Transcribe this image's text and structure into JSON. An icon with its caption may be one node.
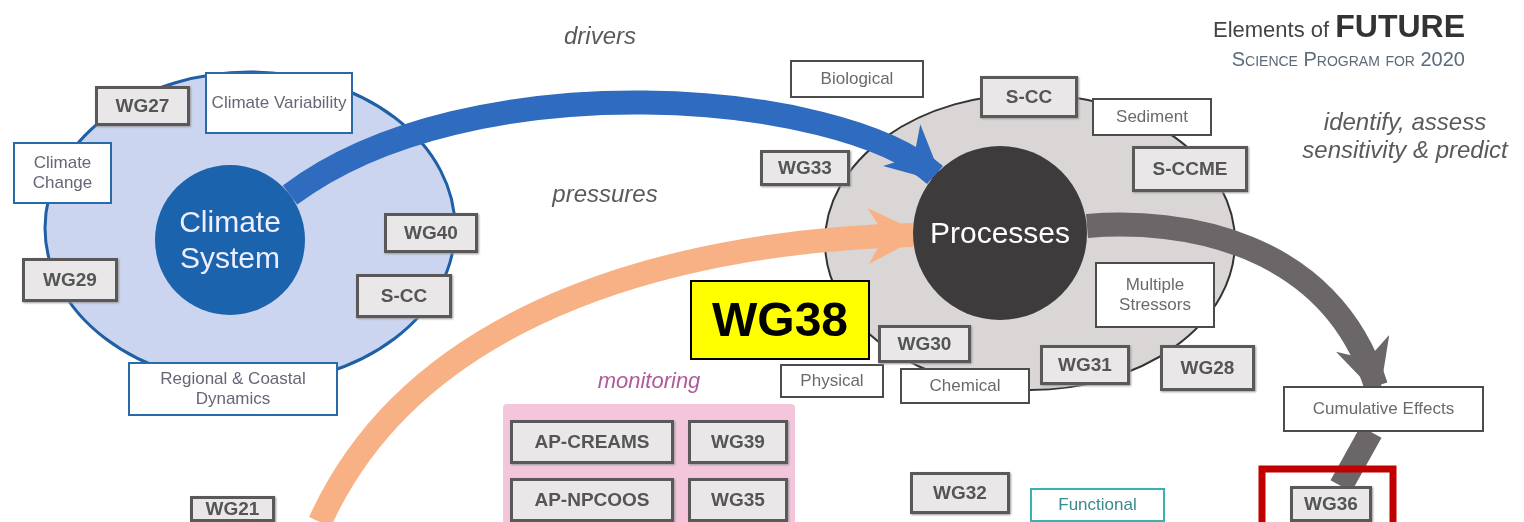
{
  "diagram": {
    "title": "Elements of **FUTURE**",
    "nodes": [
      {
        "text": [
          "WG27"
        ]
      },
      {
        "text": [
          "Climate Variability"
        ]
      },
      {
        "text": [
          "Climate Change"
        ]
      },
      {
        "text": [
          "Climate System"
        ]
      },
      {
        "text": [
          "WG40"
        ]
      },
      {
        "text": [
          "WG29"
        ]
      },
      {
        "text": [
          "S-CC"
        ]
      },
      {
        "text": [
          "Regional & Coastal Dynamics"
        ]
      },
      {
        "text": [
          "Biological"
        ]
      },
      {
        "text": [
          "S-CC"
        ]
      },
      {
        "text": [
          "Sediment"
        ]
      },
      {
        "text": [
          "WG33"
        ]
      },
      {
        "text": [
          "S-CCME"
        ]
      },
      {
        "text": [
          "WG38"
        ]
      },
      {
        "text": [
          "Physical"
        ]
      },
      {
        "text": [
          "Processes"
        ]
      },
      {
        "text": [
          "Multiple Stressors"
        ]
      },
      {
        "text": [
          "WG30"
        ]
      },
      {
        "text": [
          "WG31"
        ]
      },
      {
        "text": [
          "WG28"
        ]
      },
      {
        "text": [
          "Chemical"
        ]
      },
      {
        "text": [
          "Cumulative Effects"
        ]
      },
      {
        "text": [
          "monitoring"
        ]
      },
      {
        "text": [
          "AP-CREAMS"
        ],
        "in": 22
      },
      {
        "text": [
          "WG39"
        ],
        "in": 22
      },
      {
        "text": [
          "AP-NPCOOS"
        ],
        "in": 22
      },
      {
        "text": [
          "WG35"
        ],
        "in": 22
      },
      {
        "text": [
          "WG32"
        ]
      },
      {
        "text": [
          "Functional"
        ]
      },
      {
        "text": [
          "WG36"
        ]
      },
      {
        "text": [
          "WG21"
        ]
      }
    ],
    "edges": [
      {
        "from": 3,
        "to": 15,
        "arrow": "to",
        "label": "drivers",
        "color": "#2f6bbf"
      },
      {
        "from": null,
        "to": 15,
        "arrow": "to",
        "label": "pressures",
        "color": "#f7b184"
      },
      {
        "from": 15,
        "to": 21,
        "arrow": "to",
        "label": "identify, assess sensitivity & predict",
        "color": "#6b6768"
      },
      {
        "from": 21,
        "to": 29,
        "arrow": "none",
        "color": "#6b6768"
      }
    ],
    "labels": [
      "Science Program for 2020"
    ]
  }
}
